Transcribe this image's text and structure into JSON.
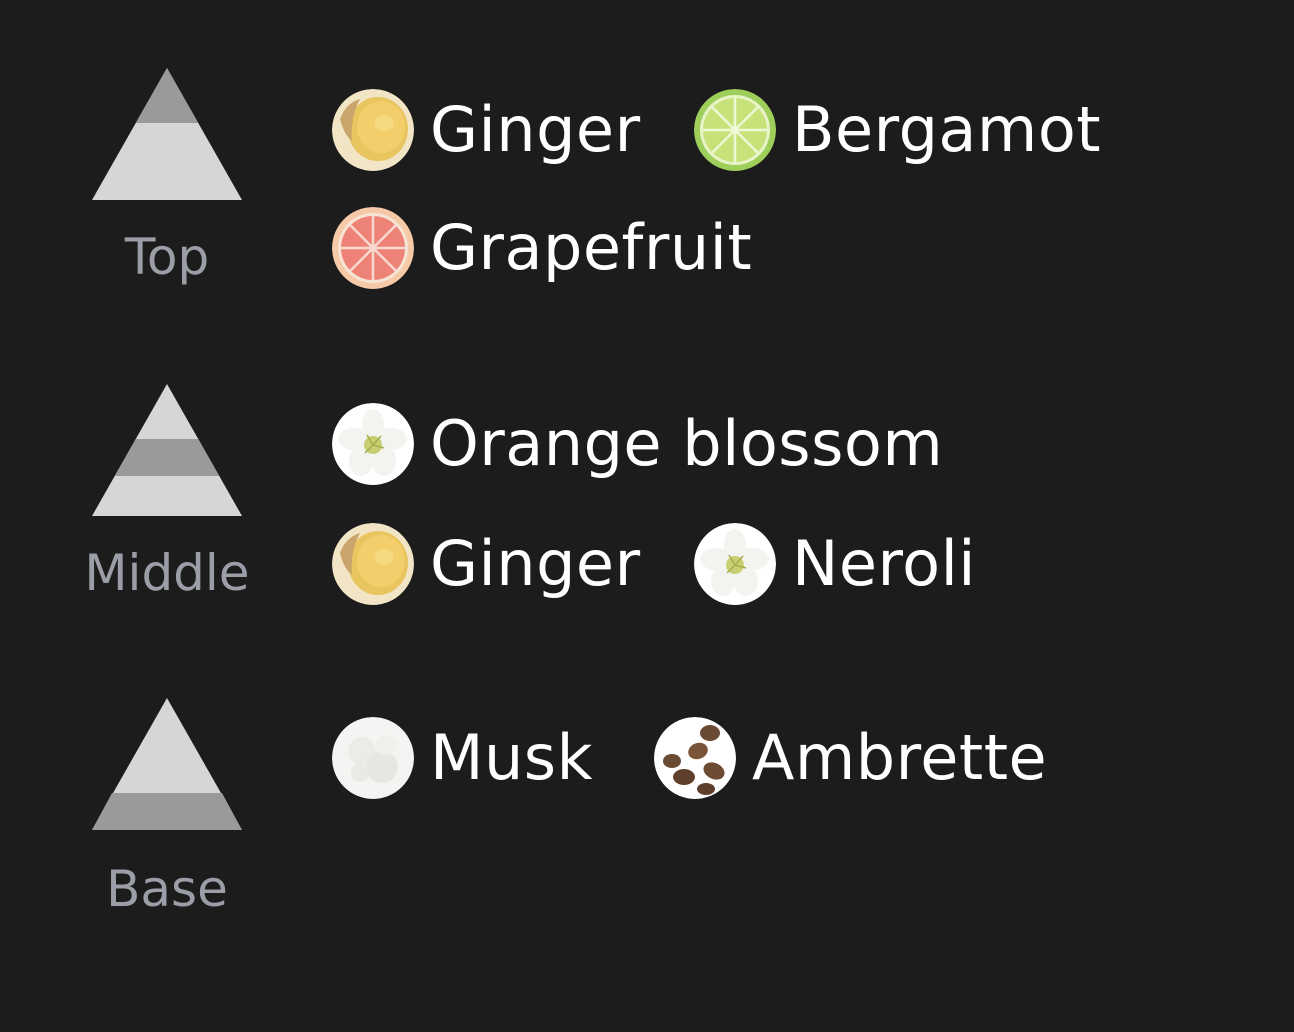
{
  "tiers": {
    "top": {
      "label": "Top",
      "notes": [
        {
          "label": "Ginger",
          "icon": "ginger-icon"
        },
        {
          "label": "Bergamot",
          "icon": "bergamot-icon"
        },
        {
          "label": "Grapefruit",
          "icon": "grapefruit-icon"
        }
      ]
    },
    "middle": {
      "label": "Middle",
      "notes": [
        {
          "label": "Orange blossom",
          "icon": "orange-blossom-icon"
        },
        {
          "label": "Ginger",
          "icon": "ginger-icon"
        },
        {
          "label": "Neroli",
          "icon": "neroli-icon"
        }
      ]
    },
    "base": {
      "label": "Base",
      "notes": [
        {
          "label": "Musk",
          "icon": "musk-icon"
        },
        {
          "label": "Ambrette",
          "icon": "ambrette-icon"
        }
      ]
    }
  },
  "colors": {
    "background": "#1c1c1c",
    "pyramid_light": "#d6d6d6",
    "pyramid_highlight": "#9a9a9a",
    "tier_label": "#9b9ea6",
    "note_label": "#ffffff"
  }
}
